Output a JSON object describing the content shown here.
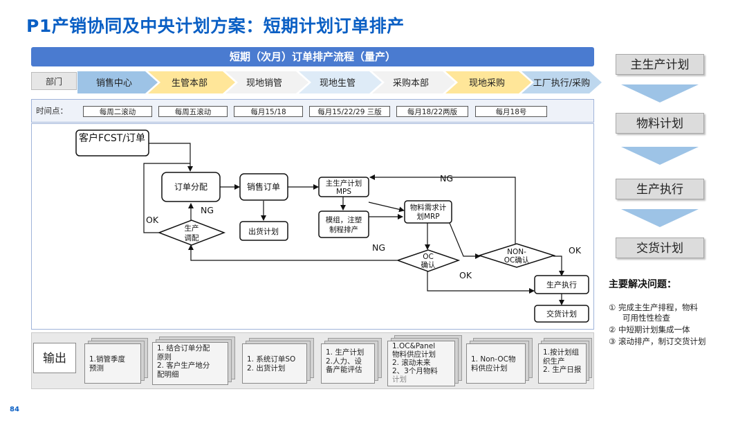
{
  "title": "P1产销协同及中央计划方案：短期计划订单排产",
  "banner": "短期（次月）订单排产流程（量产）",
  "dept_label": "部门",
  "departments": [
    "销售中心",
    "生管本部",
    "现地销管",
    "现地生管",
    "采购本部",
    "现地采购",
    "工厂执行/采购"
  ],
  "colors": {
    "accent": "#0a5fc4",
    "banner": "#4a7bd0",
    "blue_chevron": "#9dc3e6",
    "yellow_chevron": "#ffe699"
  },
  "time_label": "时间点：",
  "time_points": [
    "每周二滚动",
    "每周五滚动",
    "每月15/18",
    "每月15/22/29 三版",
    "每月18/22两版",
    "每月18号"
  ],
  "flow": {
    "customer": "客户FCST/订单",
    "order_alloc": "订单分配",
    "sales_order": "销售订单",
    "mps_line1": "主生产计划",
    "mps_line2": "MPS",
    "mrp_line1": "物料需求计",
    "mrp_line2": "划MRP",
    "shipping_plan": "出货计划",
    "module_line1": "模组，注塑",
    "module_line2": "制程排产",
    "prod_adjust_line1": "生产",
    "prod_adjust_line2": "调配",
    "oc_line1": "OC",
    "oc_line2": "确认",
    "non_oc_line1": "NON-",
    "non_oc_line2": "OC确认",
    "prod_exec": "生产执行",
    "delivery_plan": "交货计划",
    "ng_top": "NG",
    "ng_left": "NG",
    "ng_mid": "NG",
    "ok_left": "OK",
    "ok_mid": "OK",
    "ok_right": "OK"
  },
  "output_label": "输出",
  "outputs": [
    [
      "1.销管季度",
      "预测"
    ],
    [
      "1. 结合订单分配",
      "原则",
      "2. 客户生产地分",
      "配明细"
    ],
    [
      "1. 系统订单SO",
      "2. 出货计划"
    ],
    [
      "1. 生产计划",
      "2.人力、设",
      "备产能评估"
    ],
    [
      "1.OC&Panel",
      "物料供应计划",
      "2. 滚动未来",
      "2、3个月物料",
      "计划"
    ],
    [
      "1. Non-OC物",
      "料供应计划"
    ],
    [
      "1.按计划组",
      "织生产",
      "2. 生产日报"
    ]
  ],
  "right_steps": [
    "主生产计划",
    "物料计划",
    "生产执行",
    "交货计划"
  ],
  "issues_title": "主要解决问题：",
  "issues": [
    "① 完成主生产排程，物料",
    "可用性性检查",
    "② 中短期计划集成一体",
    "③ 滚动排产，制订交货计划"
  ],
  "page_number": "84"
}
